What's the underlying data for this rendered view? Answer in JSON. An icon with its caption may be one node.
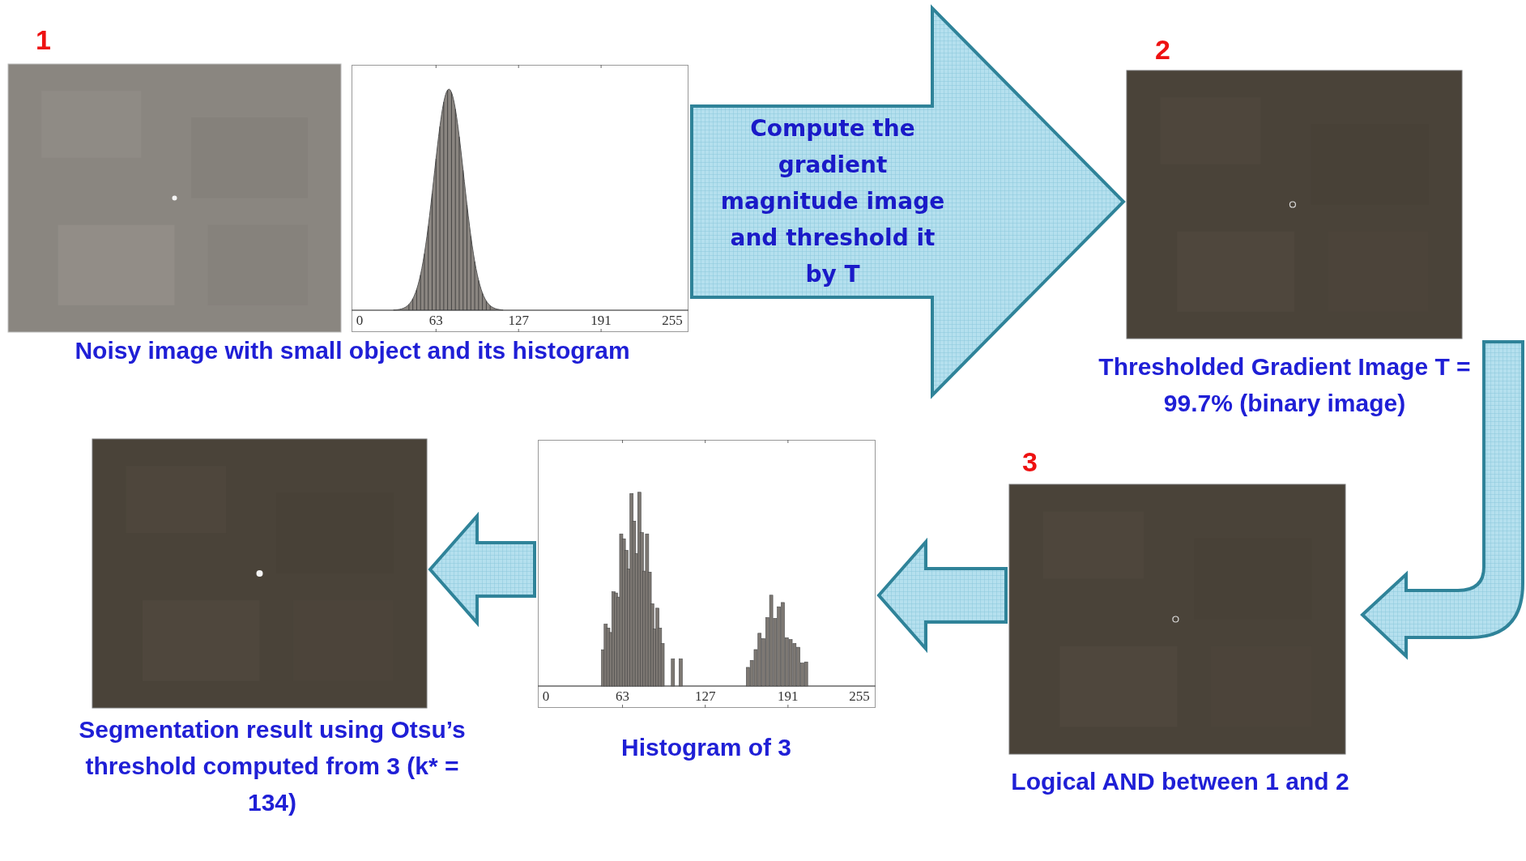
{
  "diagram": {
    "nodes": [
      {
        "text": [],
        "shape": "picture",
        "beside": [
          "1"
        ]
      },
      {
        "text": [],
        "shape": "picture"
      },
      {
        "text": [],
        "shape": "picture",
        "beside": [
          "2",
          "Thresholded Gradient Image T = 99.7% (binary image)"
        ]
      },
      {
        "text": [],
        "shape": "picture",
        "beside": [
          "3",
          "Logical AND between 1 and 2"
        ]
      },
      {
        "text": [],
        "shape": "picture",
        "beside": [
          "Histogram of 3"
        ]
      },
      {
        "text": [],
        "shape": "picture",
        "beside": [
          "Segmentation result using Otsu’s threshold computed from 3 (k* = 134)"
        ]
      }
    ],
    "edges": [
      {
        "from": 1,
        "to": 2,
        "arrow": "to",
        "label": "Compute the gradient magnitude image and threshold it by T"
      },
      {
        "from": 2,
        "to": 3,
        "arrow": "to"
      },
      {
        "from": 3,
        "to": 4,
        "arrow": "to"
      },
      {
        "from": 4,
        "to": 5,
        "arrow": "to"
      }
    ],
    "labels": [
      "0",
      "63",
      "127",
      "191",
      "255",
      "Noisy image with small object and its histogram",
      "0",
      "63",
      "127",
      "191",
      "255"
    ]
  }
}
